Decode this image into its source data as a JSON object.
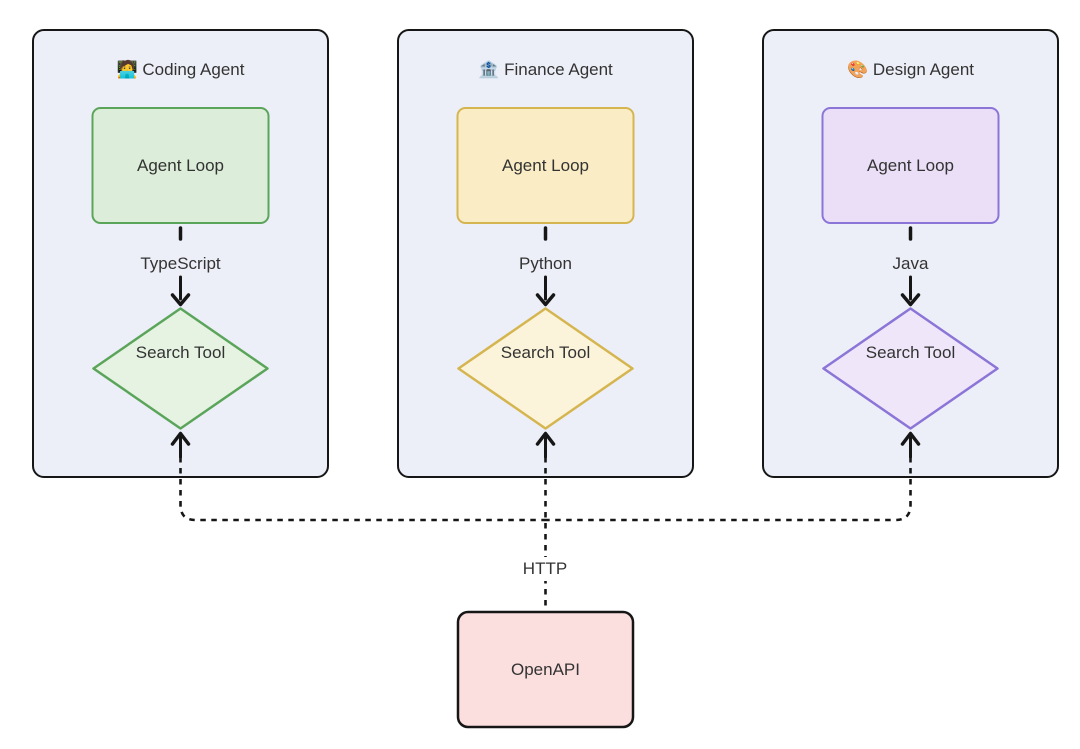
{
  "diagram": {
    "background": "#ffffff",
    "line_color": "#161616",
    "text_color": "#333333",
    "container_border": "#161616",
    "container_fill": "#edeff8"
  },
  "agents": [
    {
      "title": "🧑‍💻 Coding Agent",
      "loop_label": "Agent Loop",
      "language": "TypeScript",
      "tool_label": "Search Tool",
      "colors": {
        "container_fill": "#edeff8",
        "loop_fill": "#dceed9",
        "diamond_fill": "#e6f3e2",
        "border": "#5ba55b"
      }
    },
    {
      "title": "🏦 Finance Agent",
      "loop_label": "Agent Loop",
      "language": "Python",
      "tool_label": "Search Tool",
      "colors": {
        "container_fill": "#edeff8",
        "loop_fill": "#faedc6",
        "diamond_fill": "#fcf4da",
        "border": "#d5b54f"
      }
    },
    {
      "title": "🎨 Design Agent",
      "loop_label": "Agent Loop",
      "language": "Java",
      "tool_label": "Search Tool",
      "colors": {
        "container_fill": "#edeff8",
        "loop_fill": "#ebdff8",
        "diamond_fill": "#efe6fa",
        "border": "#8b75d7"
      }
    }
  ],
  "api": {
    "label": "OpenAPI",
    "protocol_label": "HTTP",
    "fill": "#fbdede",
    "border": "#161616"
  }
}
